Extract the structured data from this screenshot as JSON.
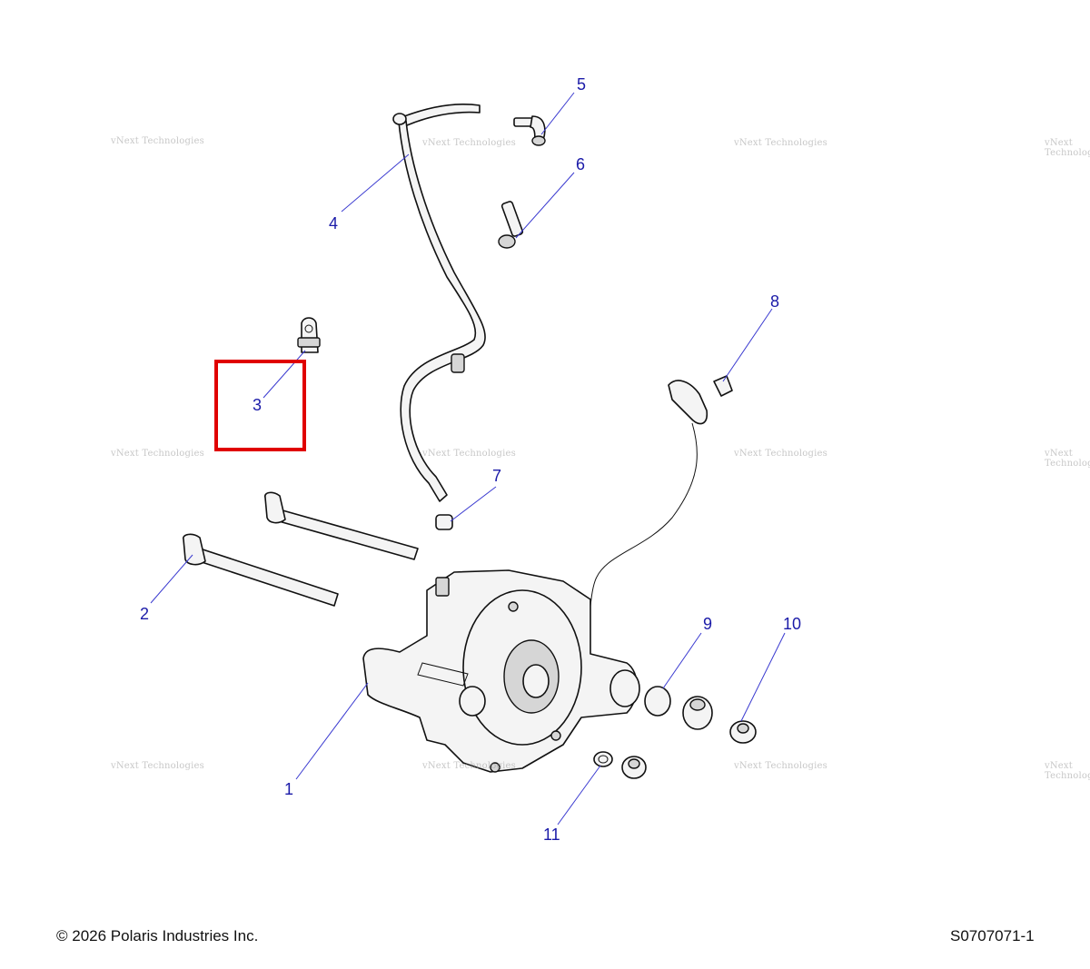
{
  "diagram": {
    "callouts": [
      {
        "id": "1",
        "label": "1"
      },
      {
        "id": "2",
        "label": "2"
      },
      {
        "id": "3",
        "label": "3"
      },
      {
        "id": "4",
        "label": "4"
      },
      {
        "id": "5",
        "label": "5"
      },
      {
        "id": "6",
        "label": "6"
      },
      {
        "id": "7",
        "label": "7"
      },
      {
        "id": "8",
        "label": "8"
      },
      {
        "id": "9",
        "label": "9"
      },
      {
        "id": "10",
        "label": "10"
      },
      {
        "id": "11",
        "label": "11"
      }
    ],
    "highlighted_callout": "3",
    "highlight_color": "#e00000",
    "callout_color": "#1a1aa8"
  },
  "watermark": {
    "line1": "vNext Technologies",
    "line2": "Technologies"
  },
  "footer": {
    "copyright": "© 2026 Polaris Industries Inc.",
    "figure_id": "S0707071-1"
  }
}
